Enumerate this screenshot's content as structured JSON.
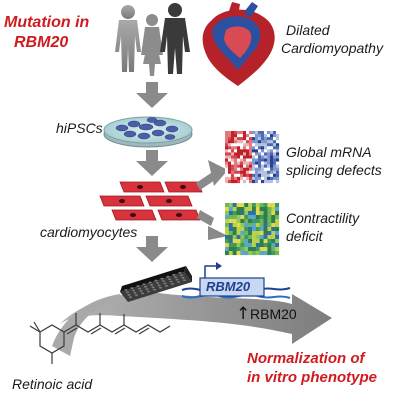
{
  "labels": {
    "mutation_line1": "Mutation in",
    "mutation_line2": "RBM20",
    "dcm_line1": "Dilated",
    "dcm_line2": "Cardiomyopathy",
    "hipscs": "hiPSCs",
    "splicing_line1": "Global mRNA",
    "splicing_line2": "splicing defects",
    "contractility_line1": "Contractility",
    "contractility_line2": "deficit",
    "cardiomyocytes": "cardiomyocytes",
    "gene_name": "RBM20",
    "up_arrow": "↑",
    "rbm20_up": "RBM20",
    "normalization_line1": "Normalization of",
    "normalization_line2": "in vitro phenotype",
    "retinoic_acid": "Retinoic acid"
  },
  "colors": {
    "accent_red": "#d01c1f",
    "arrow_gray": "#8a8a8a",
    "gene_blue": "#1f3f8f",
    "heart_red": "#b5222a",
    "heart_blue": "#2c4fa0",
    "cell_red": "#d8323c"
  },
  "icons": {
    "people": "people-silhouettes-icon",
    "heart": "heart-icon",
    "dish": "petri-dish-icon",
    "plate": "well-plate-icon",
    "heatmap": "heatmap-icon",
    "contractility_map": "contractility-map-icon",
    "molecule": "retinoic-acid-structure-icon"
  }
}
